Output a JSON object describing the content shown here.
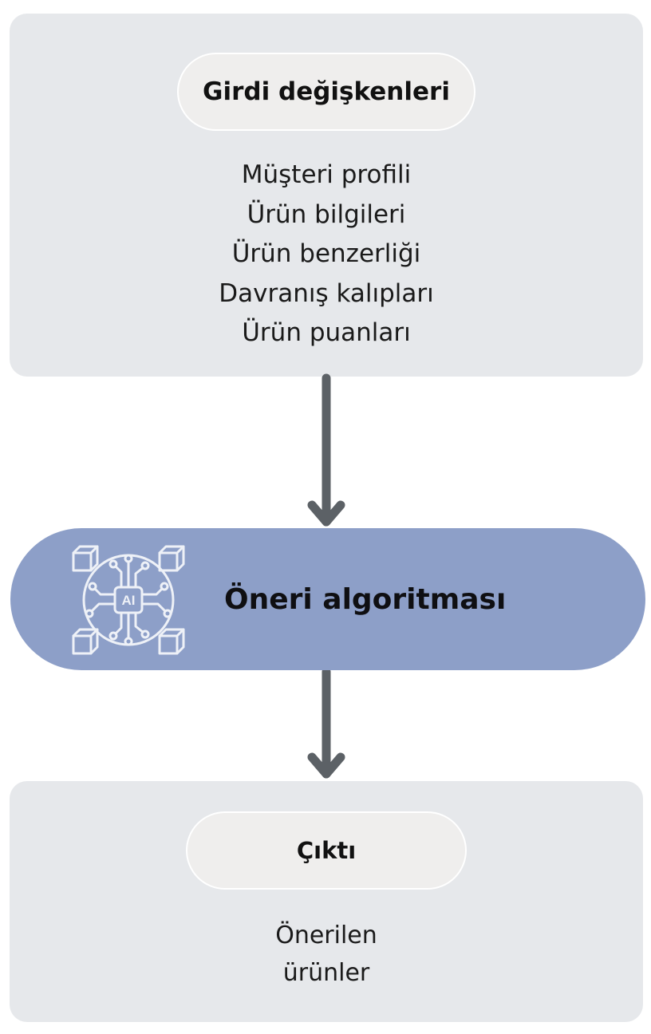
{
  "input_box": {
    "title": "Girdi değişkenleri",
    "items": [
      "Müşteri profili",
      "Ürün bilgileri",
      "Ürün benzerliği",
      "Davranış kalıpları",
      "Ürün puanları"
    ]
  },
  "algorithm": {
    "label": "Öneri algoritması",
    "icon": "ai-chip-icon",
    "icon_text": "AI",
    "color": "#8d9fc8"
  },
  "output_box": {
    "title": "Çıktı",
    "lines": [
      "Önerilen",
      "ürünler"
    ]
  },
  "colors": {
    "panel": "#e6e8eb",
    "pill": "#efeeed",
    "arrow": "#5c6166"
  }
}
